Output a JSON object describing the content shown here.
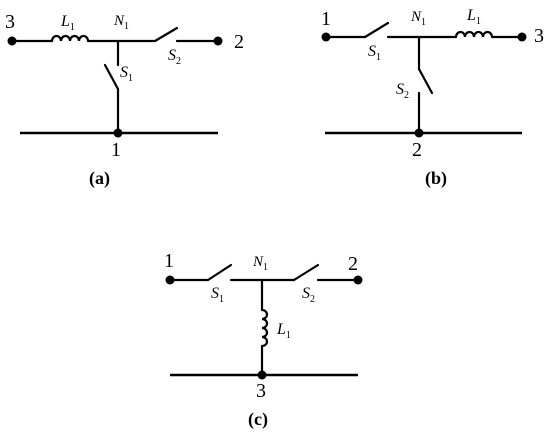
{
  "panels": [
    {
      "caption": "(a)",
      "terminals": {
        "left": "3",
        "right": "2",
        "bottom": "1"
      },
      "node": {
        "main": "N",
        "sub": "1"
      },
      "inductor": {
        "main": "L",
        "sub": "1"
      },
      "switch_a": {
        "main": "S",
        "sub": "2"
      },
      "switch_b": {
        "main": "S",
        "sub": "1"
      }
    },
    {
      "caption": "(b)",
      "terminals": {
        "left": "1",
        "right": "3",
        "bottom": "2"
      },
      "node": {
        "main": "N",
        "sub": "1"
      },
      "inductor": {
        "main": "L",
        "sub": "1"
      },
      "switch_a": {
        "main": "S",
        "sub": "1"
      },
      "switch_b": {
        "main": "S",
        "sub": "2"
      }
    },
    {
      "caption": "(c)",
      "terminals": {
        "left": "1",
        "right": "2",
        "bottom": "3"
      },
      "node": {
        "main": "N",
        "sub": "1"
      },
      "inductor": {
        "main": "L",
        "sub": "1"
      },
      "switch_a": {
        "main": "S",
        "sub": "1"
      },
      "switch_b": {
        "main": "S",
        "sub": "2"
      }
    }
  ]
}
